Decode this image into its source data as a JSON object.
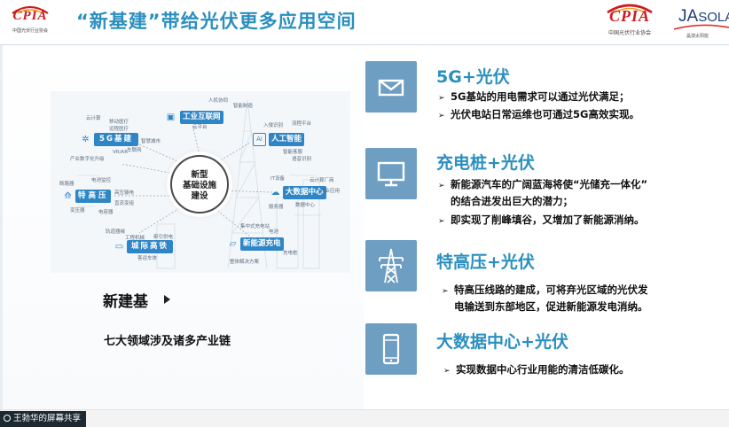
{
  "header": {
    "title": "“新基建”带给光伏更多应用空间",
    "logo_left": {
      "word": "CPIA",
      "sub": "中国光伏行业协会"
    },
    "logo_right": {
      "word": "CPIA",
      "sub": "中国光伏行业协会"
    },
    "ja_logo": {
      "a": "JA",
      "b": "SOLA",
      "sub": "晶澳太阳能"
    }
  },
  "diagram": {
    "hub": "新型\n基础设施\n建设",
    "nodes": [
      {
        "label": "工业互联网",
        "icon": "factory-icon"
      },
      {
        "label": "5G基建",
        "icon": "network-icon"
      },
      {
        "label": "人工智能",
        "icon": "ai-icon"
      },
      {
        "label": "特高压",
        "icon": "tower-icon"
      },
      {
        "label": "大数据中心",
        "icon": "cloud-icon"
      },
      {
        "label": "城际高铁",
        "icon": "train-icon"
      },
      {
        "label": "新能源充电",
        "icon": "car-icon"
      }
    ],
    "tiny_labels": [
      "云计算",
      "移动医疗",
      "远程医疗",
      "产业数字化升级",
      "智慧城市",
      "车联网",
      "VR/AR",
      "人机协同",
      "智能制造",
      "云平台",
      "入侵识别",
      "流程平台",
      "智能客服",
      "语音识别",
      "电池监控",
      "断路器",
      "变压器",
      "高压输电",
      "直流变组",
      "电容器",
      "IT设备",
      "云计算厂商",
      "行业应用",
      "数据中心",
      "服务器",
      "轨道器械",
      "工程机械",
      "牵引供电",
      "客运车体",
      "集中式充电站",
      "电池",
      "充电桩",
      "整体解决方案"
    ]
  },
  "left_text": {
    "new_infra": "新建基",
    "industry_chain": "七大领域涉及诸多产业链"
  },
  "cards": [
    {
      "title": "5G+光伏",
      "icon": "envelope-icon",
      "bullets": [
        [
          "5G基站的用电需求可以通过光伏满足；"
        ],
        [
          "光伏电站日常运维也可通过5G高效实现。"
        ]
      ]
    },
    {
      "title": "充电桩+光伏",
      "icon": "monitor-icon",
      "bullets": [
        [
          "新能源汽车的广阔蓝海将使“光储充一体化”",
          "的结合进发出巨大的潜力；"
        ],
        [
          "即实现了削峰填谷，又增加了新能源消纳。"
        ]
      ]
    },
    {
      "title": "特高压+光伏",
      "icon": "pylon-icon",
      "bullets": [
        [
          "特高压线路的建成，可将弃光区域的光伏发",
          "电输送到东部地区，促进新能源发电消纳。"
        ]
      ]
    },
    {
      "title": "大数据中心+光伏",
      "icon": "phone-icon",
      "bullets": [
        [
          "实现数据中心行业用能的清洁低碳化。"
        ]
      ]
    }
  ],
  "bullet_marker": "➢",
  "share_bar": {
    "label": "王勃华的屏幕共享"
  },
  "colors": {
    "accent": "#2a8fbf",
    "tile": "#6e9ec2",
    "pill": "#2f86c6",
    "logo_red": "#d0191e"
  }
}
